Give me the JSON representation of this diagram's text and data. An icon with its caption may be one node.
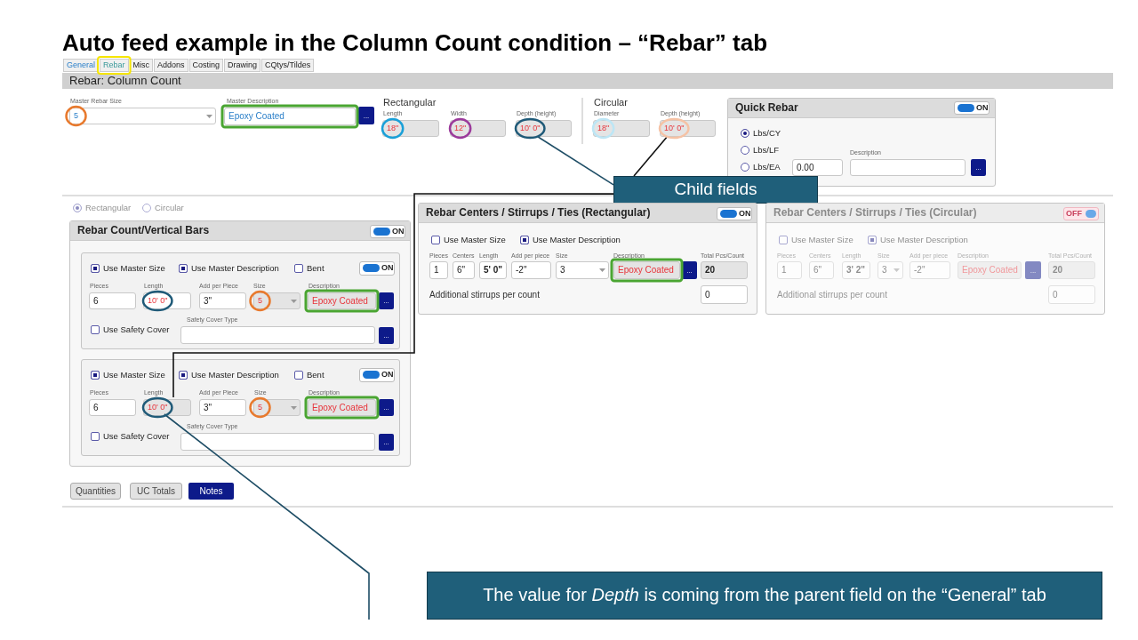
{
  "diagram": {
    "title": "Auto feed example in the Column Count condition – “Rebar” tab",
    "nodes": [
      {
        "text": [
          "10' 0\""
        ],
        "beside": [
          "Depth (height)"
        ]
      },
      {
        "text": [
          "10' 0\""
        ],
        "beside": [
          "Depth (height)"
        ]
      },
      {
        "text": [
          "Quick Rebar"
        ]
      },
      {
        "text": [
          "Child fields"
        ]
      },
      {
        "text": [
          "Rebar Count/Vertical Bars"
        ]
      },
      {
        "text": [],
        "shape": "box",
        "in": 4
      },
      {
        "text": [],
        "shape": "box",
        "in": 4
      },
      {
        "text": [
          "10' 0\""
        ],
        "beside": [
          "Length"
        ],
        "in": 6
      },
      {
        "text": [
          "Rebar Centers / Stirrups / Ties (Rectangular)"
        ]
      },
      {
        "text": [
          "Rebar Centers / Stirrups / Ties (Circular)"
        ]
      },
      {
        "text": [
          "The value for *Depth* is coming from the parent field on the “General” tab"
        ]
      },
      {
        "text": [
          "18\""
        ],
        "beside": [
          "Length"
        ]
      },
      {
        "text": [
          "12\""
        ],
        "beside": [
          "Width"
        ]
      },
      {
        "text": [
          "18\""
        ],
        "beside": [
          "Diameter"
        ]
      },
      {
        "text": [
          "5"
        ],
        "beside": [
          "Size"
        ],
        "in": 6
      }
    ],
    "edges": [
      {
        "from": 0,
        "to": 3,
        "arrow": "none",
        "color": "#1f4e66"
      },
      {
        "from": 1,
        "to": 3,
        "arrow": "none"
      },
      {
        "from": 3,
        "to": 7,
        "arrow": "none"
      },
      {
        "from": null,
        "to": 7,
        "arrow": "none",
        "color": "#1f4e66"
      }
    ],
    "labels": [
      "General",
      "Rebar",
      "Misc",
      "Addons",
      "Costing",
      "Drawing",
      "CQtys/Tildes",
      "Rebar: Column Count",
      "Master Rebar Size",
      "5",
      "Master Description",
      "Epoxy Coated",
      "...",
      "Rectangular",
      "Circular",
      "ON",
      "Lbs/CY",
      "Lbs/LF",
      "Lbs/EA",
      "0.00",
      "Description",
      "...",
      "Rectangular",
      "Circular",
      "ON",
      "Use Master Size",
      "Use Master Description",
      "Bent",
      "ON",
      "Pieces",
      "6",
      "Length",
      "10' 0\"",
      "Add per Piece",
      "3\"",
      "Size",
      "5",
      "Description",
      "Epoxy Coated",
      "...",
      "Use Safety Cover",
      "Safety Cover Type",
      "...",
      "Use Master Size",
      "Use Master Description",
      "Bent",
      "ON",
      "Pieces",
      "6",
      "Add per Piece",
      "3\"",
      "Description",
      "Epoxy Coated",
      "...",
      "Use Safety Cover",
      "Safety Cover Type",
      "...",
      "Quantities",
      "UC Totals",
      "Notes",
      "ON",
      "Use Master Size",
      "Use Master Description",
      "Pieces",
      "Centers",
      "Length",
      "Add per piece",
      "Size",
      "Description",
      "Total Pcs/Count",
      "1",
      "6\"",
      "5' 0\"",
      "-2\"",
      "3",
      "Epoxy Coated",
      "...",
      "20",
      "Additional stirrups per count",
      "0",
      "OFF",
      "Use Master Size",
      "Use Master Description",
      "Pieces",
      "Centers",
      "Length",
      "Size",
      "Add per piece",
      "Description",
      "Total Pcs/Count",
      "1",
      "6\"",
      "3' 2\"",
      "3",
      "-2\"",
      "Epoxy Coated",
      "...",
      "20",
      "Additional stirrups per count",
      "0"
    ]
  }
}
